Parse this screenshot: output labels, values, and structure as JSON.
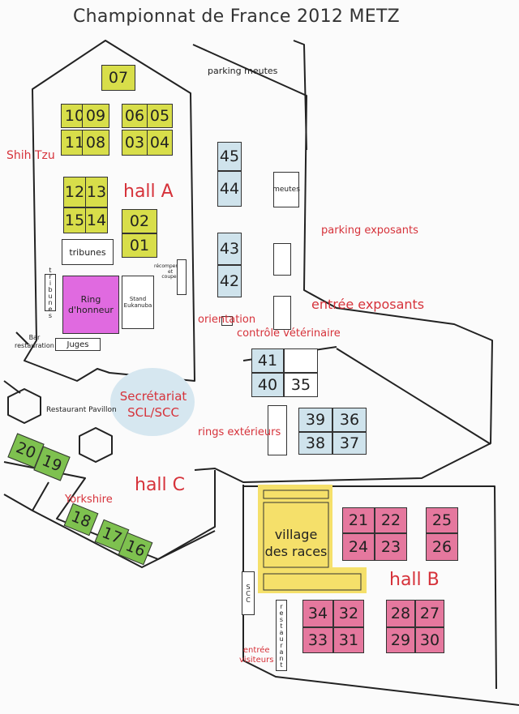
{
  "title": "Championnat de France 2012 METZ",
  "areas": {
    "hall_a": "hall A",
    "hall_b": "hall B",
    "hall_c": "hall C",
    "parking_meutes": "parking meutes",
    "meutes": "meutes",
    "parking_exposants": "parking exposants",
    "entree_exposants": "entrée exposants",
    "orientation": "orientation",
    "controle_veterinaire": "contrôle vétérinaire",
    "rings_exterieurs": "rings extérieurs",
    "secretariat_line1": "Secrétariat",
    "secretariat_line2": "SCL/SCC",
    "village_line1": "village",
    "village_line2": "des races",
    "tribunes": "tribunes",
    "tribunes_side": "tribunes",
    "ring_line1": "Ring",
    "ring_line2": "d'honneur",
    "juges": "Juges",
    "stand_line1": "Stand",
    "stand_line2": "Eukanuba",
    "recompenses_line1": "récompenses",
    "recompenses_line2": "et",
    "recompenses_line3": "coupes",
    "bar_line1": "Bar",
    "bar_line2": "restauration",
    "restaurant_pavillon": "Restaurant Pavillon",
    "scc": "SCC",
    "restaurant_vertical": "restaurant",
    "entree_visiteurs_line1": "entrée",
    "entree_visiteurs_line2": "visiteurs"
  },
  "breeds": {
    "shih_tzu": "Shih Tzu",
    "yorkshire": "Yorkshire"
  },
  "rings": {
    "hall_a": [
      "07",
      "10",
      "09",
      "06",
      "05",
      "11",
      "08",
      "03",
      "04",
      "12",
      "13",
      "15",
      "14",
      "02",
      "01"
    ],
    "exterieurs": [
      "45",
      "44",
      "43",
      "42",
      "41",
      "40",
      "35",
      "39",
      "36",
      "38",
      "37"
    ],
    "hall_c": [
      "20",
      "19",
      "18",
      "17",
      "16"
    ],
    "hall_b": [
      "21",
      "22",
      "25",
      "24",
      "23",
      "26",
      "34",
      "32",
      "28",
      "27",
      "33",
      "31",
      "29",
      "30"
    ]
  },
  "colors": {
    "hall_a_rings": "#d8de4a",
    "exterior_rings": "#cfe3ec",
    "hall_c_rings": "#7ec14f",
    "hall_b_rings": "#e5789e",
    "ring_honneur": "#e06ae0",
    "village": "#f5e06a",
    "secretariat": "#d6e7f0",
    "label_red": "#d6323a"
  }
}
